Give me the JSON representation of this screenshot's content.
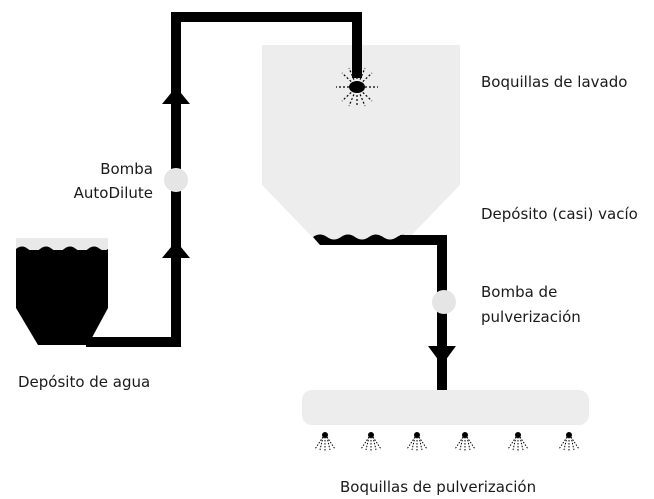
{
  "labels": {
    "washing_nozzles": "Boquillas de lavado",
    "autodilute_pump_line1": "Bomba",
    "autodilute_pump_line2": "AutoDilute",
    "tank_almost_empty": "Depósito (casi) vacío",
    "spray_pump_line1": "Bomba de",
    "spray_pump_line2": "pulverización",
    "water_tank": "Depósito de agua",
    "spray_nozzles": "Boquillas de pulverización"
  },
  "colors": {
    "pipe": "#000000",
    "main_tank": "#ededed",
    "water_tank": "#000000",
    "pump": "#e5e5e5",
    "boom": "#ededed",
    "text": "#1a1a1a"
  },
  "icons": {
    "pump": "pump-icon",
    "flow_arrow": "flow-arrow-icon",
    "washing_nozzle": "washing-nozzle-icon",
    "spray_nozzle": "spray-nozzle-icon"
  }
}
